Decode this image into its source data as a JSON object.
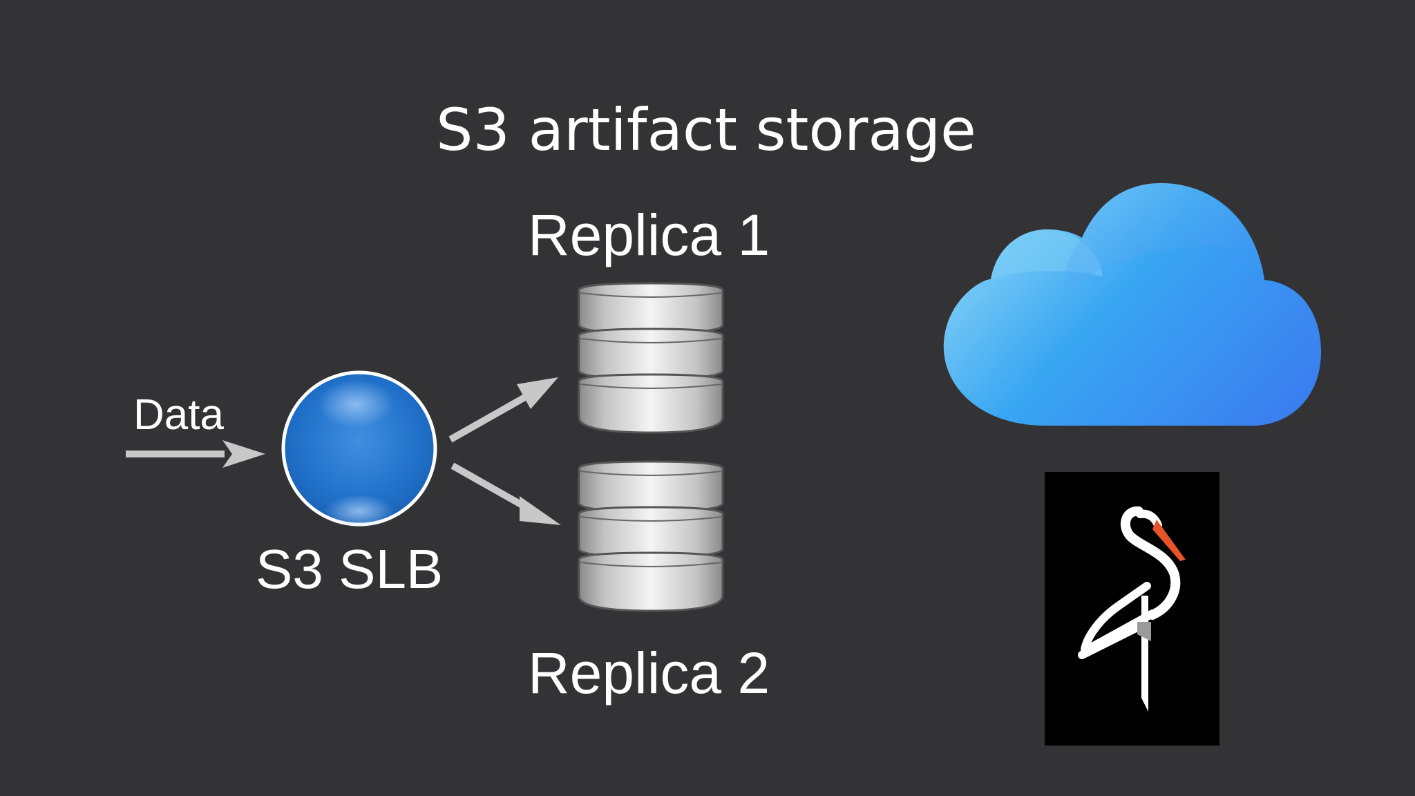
{
  "diagram": {
    "title": "S3 artifact storage",
    "replica_1_label": "Replica 1",
    "replica_2_label": "Replica 2",
    "balancer_label": "S3 SLB",
    "input_label": "Data",
    "icons": [
      "blue-sphere-icon",
      "database-stack-icon",
      "cloud-icon",
      "crane-logo-icon",
      "arrow-icon"
    ],
    "colors": {
      "background": "#333234",
      "text": "#ffffff",
      "arrow": "#c8c8c8",
      "sphere": "#1f6fc8",
      "cloud_light": "#8fd7f7",
      "cloud_dark": "#3a7ff0",
      "logo_bg": "#000000",
      "logo_accent": "#e8542a"
    }
  }
}
